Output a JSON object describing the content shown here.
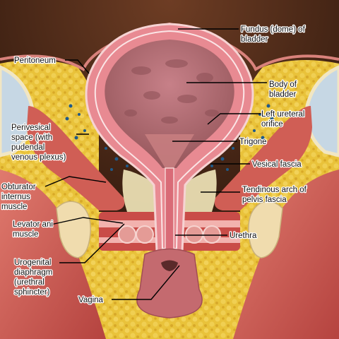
{
  "labels": {
    "fundus": [
      "Fundus (dome) of",
      "bladder"
    ],
    "peritoneum": [
      "Peritoneum"
    ],
    "body": [
      "Body of",
      "bladder"
    ],
    "ureteral": [
      "Left ureteral",
      "orifice"
    ],
    "perivesical": [
      "Perivesical",
      "space (with",
      "pudendal",
      "venous plexus)"
    ],
    "trigone": [
      "Trigone"
    ],
    "vesical_fascia": [
      "Vesical fascia"
    ],
    "obturator": [
      "Obturator",
      "internus",
      "muscle"
    ],
    "tendinous": [
      "Tendinous arch of",
      "pelvis fascia"
    ],
    "levator": [
      "Levator ani",
      "muscle"
    ],
    "urethra": [
      "Urethra"
    ],
    "urogenital": [
      "Urogenital",
      "diaphragm",
      "(urethral",
      "sphincter)"
    ],
    "vagina": [
      "Vagina"
    ]
  },
  "colors": {
    "background": "#3a1f12",
    "fat": "#e8c43a",
    "muscle": "#c8504c",
    "bladder_wall": "#e88a92",
    "bladder_lumen": "#b06a6f",
    "bone": "#f0dcae",
    "veins": "#1f5a8a"
  }
}
